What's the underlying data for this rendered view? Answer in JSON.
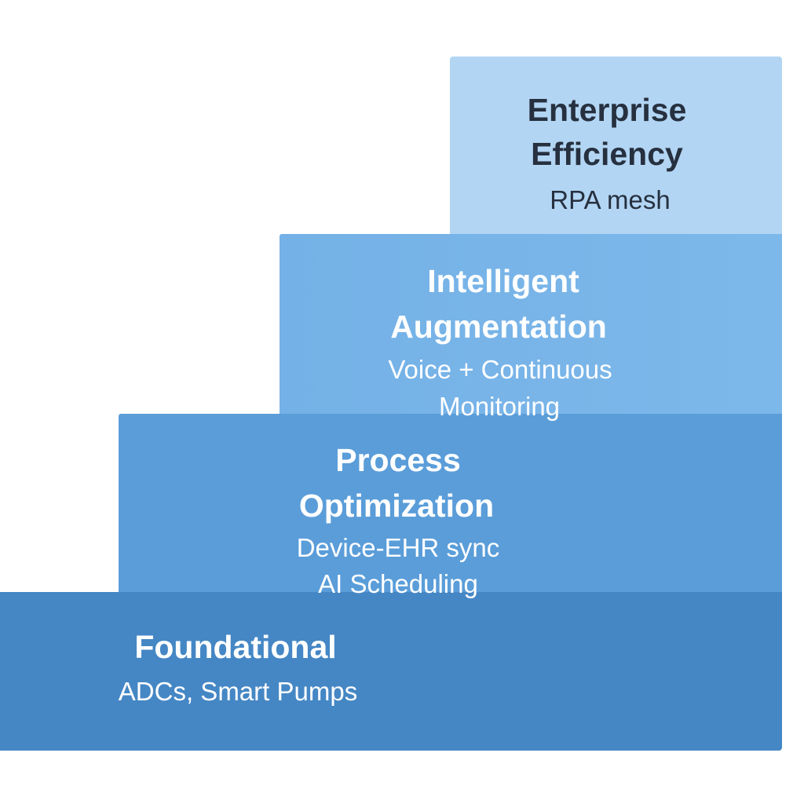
{
  "steps": [
    {
      "title_lines": [
        "Enterprise",
        "Efficiency"
      ],
      "subtitle_lines": [
        "RPA mesh"
      ],
      "color": "#b2d5f3"
    },
    {
      "title_lines": [
        "Intelligent",
        "Augmentation"
      ],
      "subtitle_lines": [
        "Voice + Continuous",
        "Monitoring"
      ],
      "color": "#78b4e8"
    },
    {
      "title_lines": [
        "Process",
        "Optimization"
      ],
      "subtitle_lines": [
        "Device-EHR sync",
        "AI Scheduling"
      ],
      "color": "#5a9dd9"
    },
    {
      "title_lines": [
        "Foundational"
      ],
      "subtitle_lines": [
        "ADCs, Smart Pumps"
      ],
      "color": "#4587c5"
    }
  ]
}
